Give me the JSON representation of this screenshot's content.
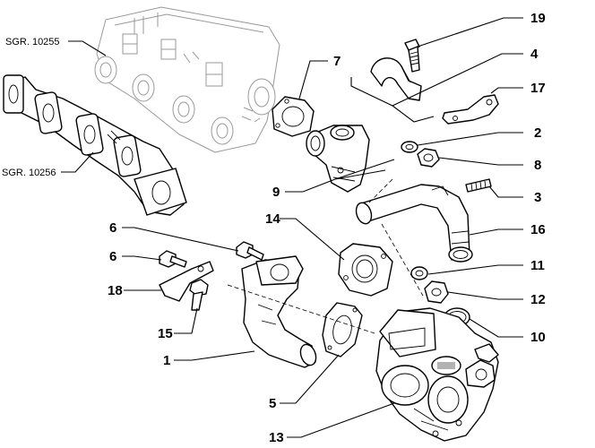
{
  "references": {
    "ref_upper": "SGR. 10255",
    "ref_lower": "SGR. 10256"
  },
  "callouts": {
    "c19": "19",
    "c4": "4",
    "c7": "7",
    "c17": "17",
    "c2": "2",
    "c8": "8",
    "c9": "9",
    "c3": "3",
    "c16": "16",
    "c6a": "6",
    "c14": "14",
    "c6b": "6",
    "c18": "18",
    "c11": "11",
    "c12": "12",
    "c15": "15",
    "c10": "10",
    "c1": "1",
    "c5": "5",
    "c13": "13"
  }
}
